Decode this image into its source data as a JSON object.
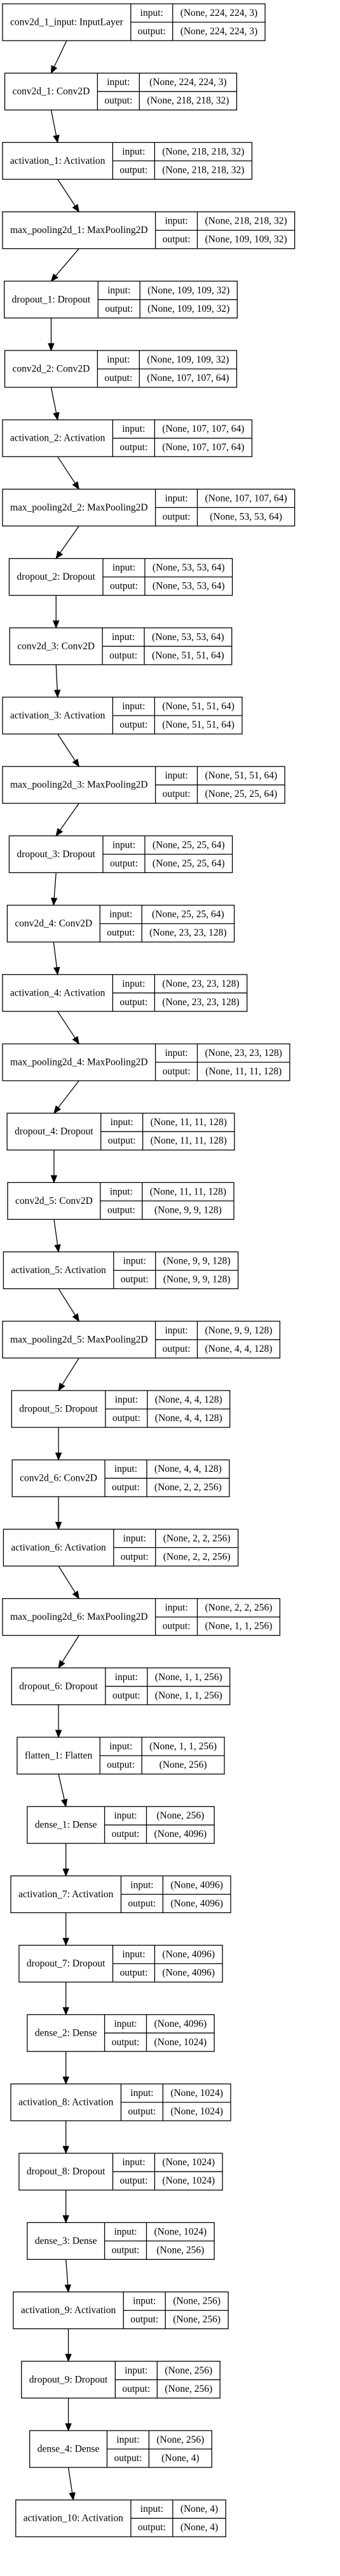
{
  "io_labels": {
    "input": "input:",
    "output": "output:"
  },
  "layers": [
    {
      "name": "conv2d_1_input: InputLayer",
      "input": "(None, 224, 224, 3)",
      "output": "(None, 224, 224, 3)"
    },
    {
      "name": "conv2d_1: Conv2D",
      "input": "(None, 224, 224, 3)",
      "output": "(None, 218, 218, 32)"
    },
    {
      "name": "activation_1: Activation",
      "input": "(None, 218, 218, 32)",
      "output": "(None, 218, 218, 32)"
    },
    {
      "name": "max_pooling2d_1: MaxPooling2D",
      "input": "(None, 218, 218, 32)",
      "output": "(None, 109, 109, 32)"
    },
    {
      "name": "dropout_1: Dropout",
      "input": "(None, 109, 109, 32)",
      "output": "(None, 109, 109, 32)"
    },
    {
      "name": "conv2d_2: Conv2D",
      "input": "(None, 109, 109, 32)",
      "output": "(None, 107, 107, 64)"
    },
    {
      "name": "activation_2: Activation",
      "input": "(None, 107, 107, 64)",
      "output": "(None, 107, 107, 64)"
    },
    {
      "name": "max_pooling2d_2: MaxPooling2D",
      "input": "(None, 107, 107, 64)",
      "output": "(None, 53, 53, 64)"
    },
    {
      "name": "dropout_2: Dropout",
      "input": "(None, 53, 53, 64)",
      "output": "(None, 53, 53, 64)"
    },
    {
      "name": "conv2d_3: Conv2D",
      "input": "(None, 53, 53, 64)",
      "output": "(None, 51, 51, 64)"
    },
    {
      "name": "activation_3: Activation",
      "input": "(None, 51, 51, 64)",
      "output": "(None, 51, 51, 64)"
    },
    {
      "name": "max_pooling2d_3: MaxPooling2D",
      "input": "(None, 51, 51, 64)",
      "output": "(None, 25, 25, 64)"
    },
    {
      "name": "dropout_3: Dropout",
      "input": "(None, 25, 25, 64)",
      "output": "(None, 25, 25, 64)"
    },
    {
      "name": "conv2d_4: Conv2D",
      "input": "(None, 25, 25, 64)",
      "output": "(None, 23, 23, 128)"
    },
    {
      "name": "activation_4: Activation",
      "input": "(None, 23, 23, 128)",
      "output": "(None, 23, 23, 128)"
    },
    {
      "name": "max_pooling2d_4: MaxPooling2D",
      "input": "(None, 23, 23, 128)",
      "output": "(None, 11, 11, 128)"
    },
    {
      "name": "dropout_4: Dropout",
      "input": "(None, 11, 11, 128)",
      "output": "(None, 11, 11, 128)"
    },
    {
      "name": "conv2d_5: Conv2D",
      "input": "(None, 11, 11, 128)",
      "output": "(None, 9, 9, 128)"
    },
    {
      "name": "activation_5: Activation",
      "input": "(None, 9, 9, 128)",
      "output": "(None, 9, 9, 128)"
    },
    {
      "name": "max_pooling2d_5: MaxPooling2D",
      "input": "(None, 9, 9, 128)",
      "output": "(None, 4, 4, 128)"
    },
    {
      "name": "dropout_5: Dropout",
      "input": "(None, 4, 4, 128)",
      "output": "(None, 4, 4, 128)"
    },
    {
      "name": "conv2d_6: Conv2D",
      "input": "(None, 4, 4, 128)",
      "output": "(None, 2, 2, 256)"
    },
    {
      "name": "activation_6: Activation",
      "input": "(None, 2, 2, 256)",
      "output": "(None, 2, 2, 256)"
    },
    {
      "name": "max_pooling2d_6: MaxPooling2D",
      "input": "(None, 2, 2, 256)",
      "output": "(None, 1, 1, 256)"
    },
    {
      "name": "dropout_6: Dropout",
      "input": "(None, 1, 1, 256)",
      "output": "(None, 1, 1, 256)"
    },
    {
      "name": "flatten_1: Flatten",
      "input": "(None, 1, 1, 256)",
      "output": "(None, 256)"
    },
    {
      "name": "dense_1: Dense",
      "input": "(None, 256)",
      "output": "(None, 4096)"
    },
    {
      "name": "activation_7: Activation",
      "input": "(None, 4096)",
      "output": "(None, 4096)"
    },
    {
      "name": "dropout_7: Dropout",
      "input": "(None, 4096)",
      "output": "(None, 4096)"
    },
    {
      "name": "dense_2: Dense",
      "input": "(None, 4096)",
      "output": "(None, 1024)"
    },
    {
      "name": "activation_8: Activation",
      "input": "(None, 1024)",
      "output": "(None, 1024)"
    },
    {
      "name": "dropout_8: Dropout",
      "input": "(None, 1024)",
      "output": "(None, 1024)"
    },
    {
      "name": "dense_3: Dense",
      "input": "(None, 1024)",
      "output": "(None, 256)"
    },
    {
      "name": "activation_9: Activation",
      "input": "(None, 256)",
      "output": "(None, 256)"
    },
    {
      "name": "dropout_9: Dropout",
      "input": "(None, 256)",
      "output": "(None, 256)"
    },
    {
      "name": "dense_4: Dense",
      "input": "(None, 256)",
      "output": "(None, 4)"
    },
    {
      "name": "activation_10: Activation",
      "input": "(None, 4)",
      "output": "(None, 4)"
    }
  ]
}
